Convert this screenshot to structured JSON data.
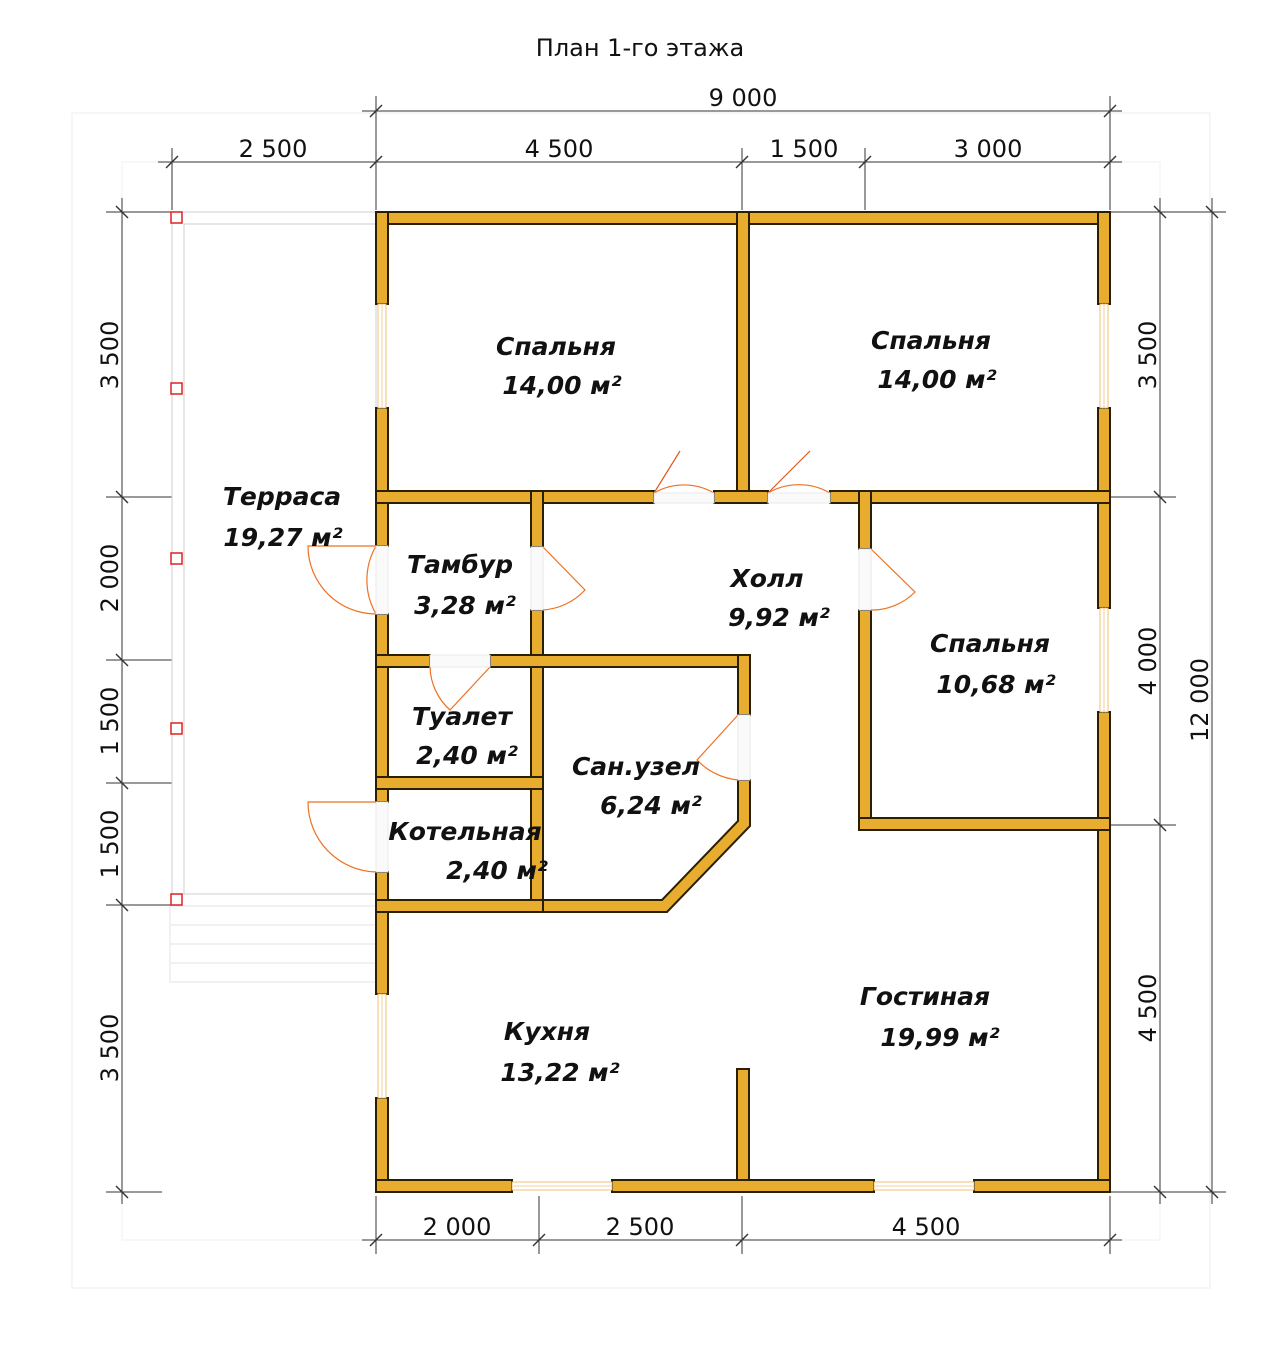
{
  "title": "План 1-го этажа",
  "dimensions": {
    "top_total": "9 000",
    "top": [
      "2 500",
      "4 500",
      "1 500",
      "3 000"
    ],
    "bottom": [
      "2 000",
      "2 500",
      "4 500"
    ],
    "left": [
      "3 500",
      "2 000",
      "1 500",
      "1 500",
      "3 500"
    ],
    "right": [
      "3 500",
      "4 000",
      "4 500"
    ],
    "right_total": "12 000"
  },
  "rooms": [
    {
      "name": "Спальня",
      "area": "14,00 м²"
    },
    {
      "name": "Спальня",
      "area": "14,00 м²"
    },
    {
      "name": "Терраса",
      "area": "19,27 м²"
    },
    {
      "name": "Тамбур",
      "area": "3,28 м²"
    },
    {
      "name": "Холл",
      "area": "9,92 м²"
    },
    {
      "name": "Спальня",
      "area": "10,68 м²"
    },
    {
      "name": "Туалет",
      "area": "2,40 м²"
    },
    {
      "name": "Сан.узел",
      "area": "6,24 м²"
    },
    {
      "name": "Котельная",
      "area": "2,40 м²"
    },
    {
      "name": "Гостиная",
      "area": "19,99 м²"
    },
    {
      "name": "Кухня",
      "area": "13,22 м²"
    }
  ],
  "colors": {
    "wall": "#e8ad2e",
    "door": "#f07020",
    "post": "#dd2222"
  }
}
